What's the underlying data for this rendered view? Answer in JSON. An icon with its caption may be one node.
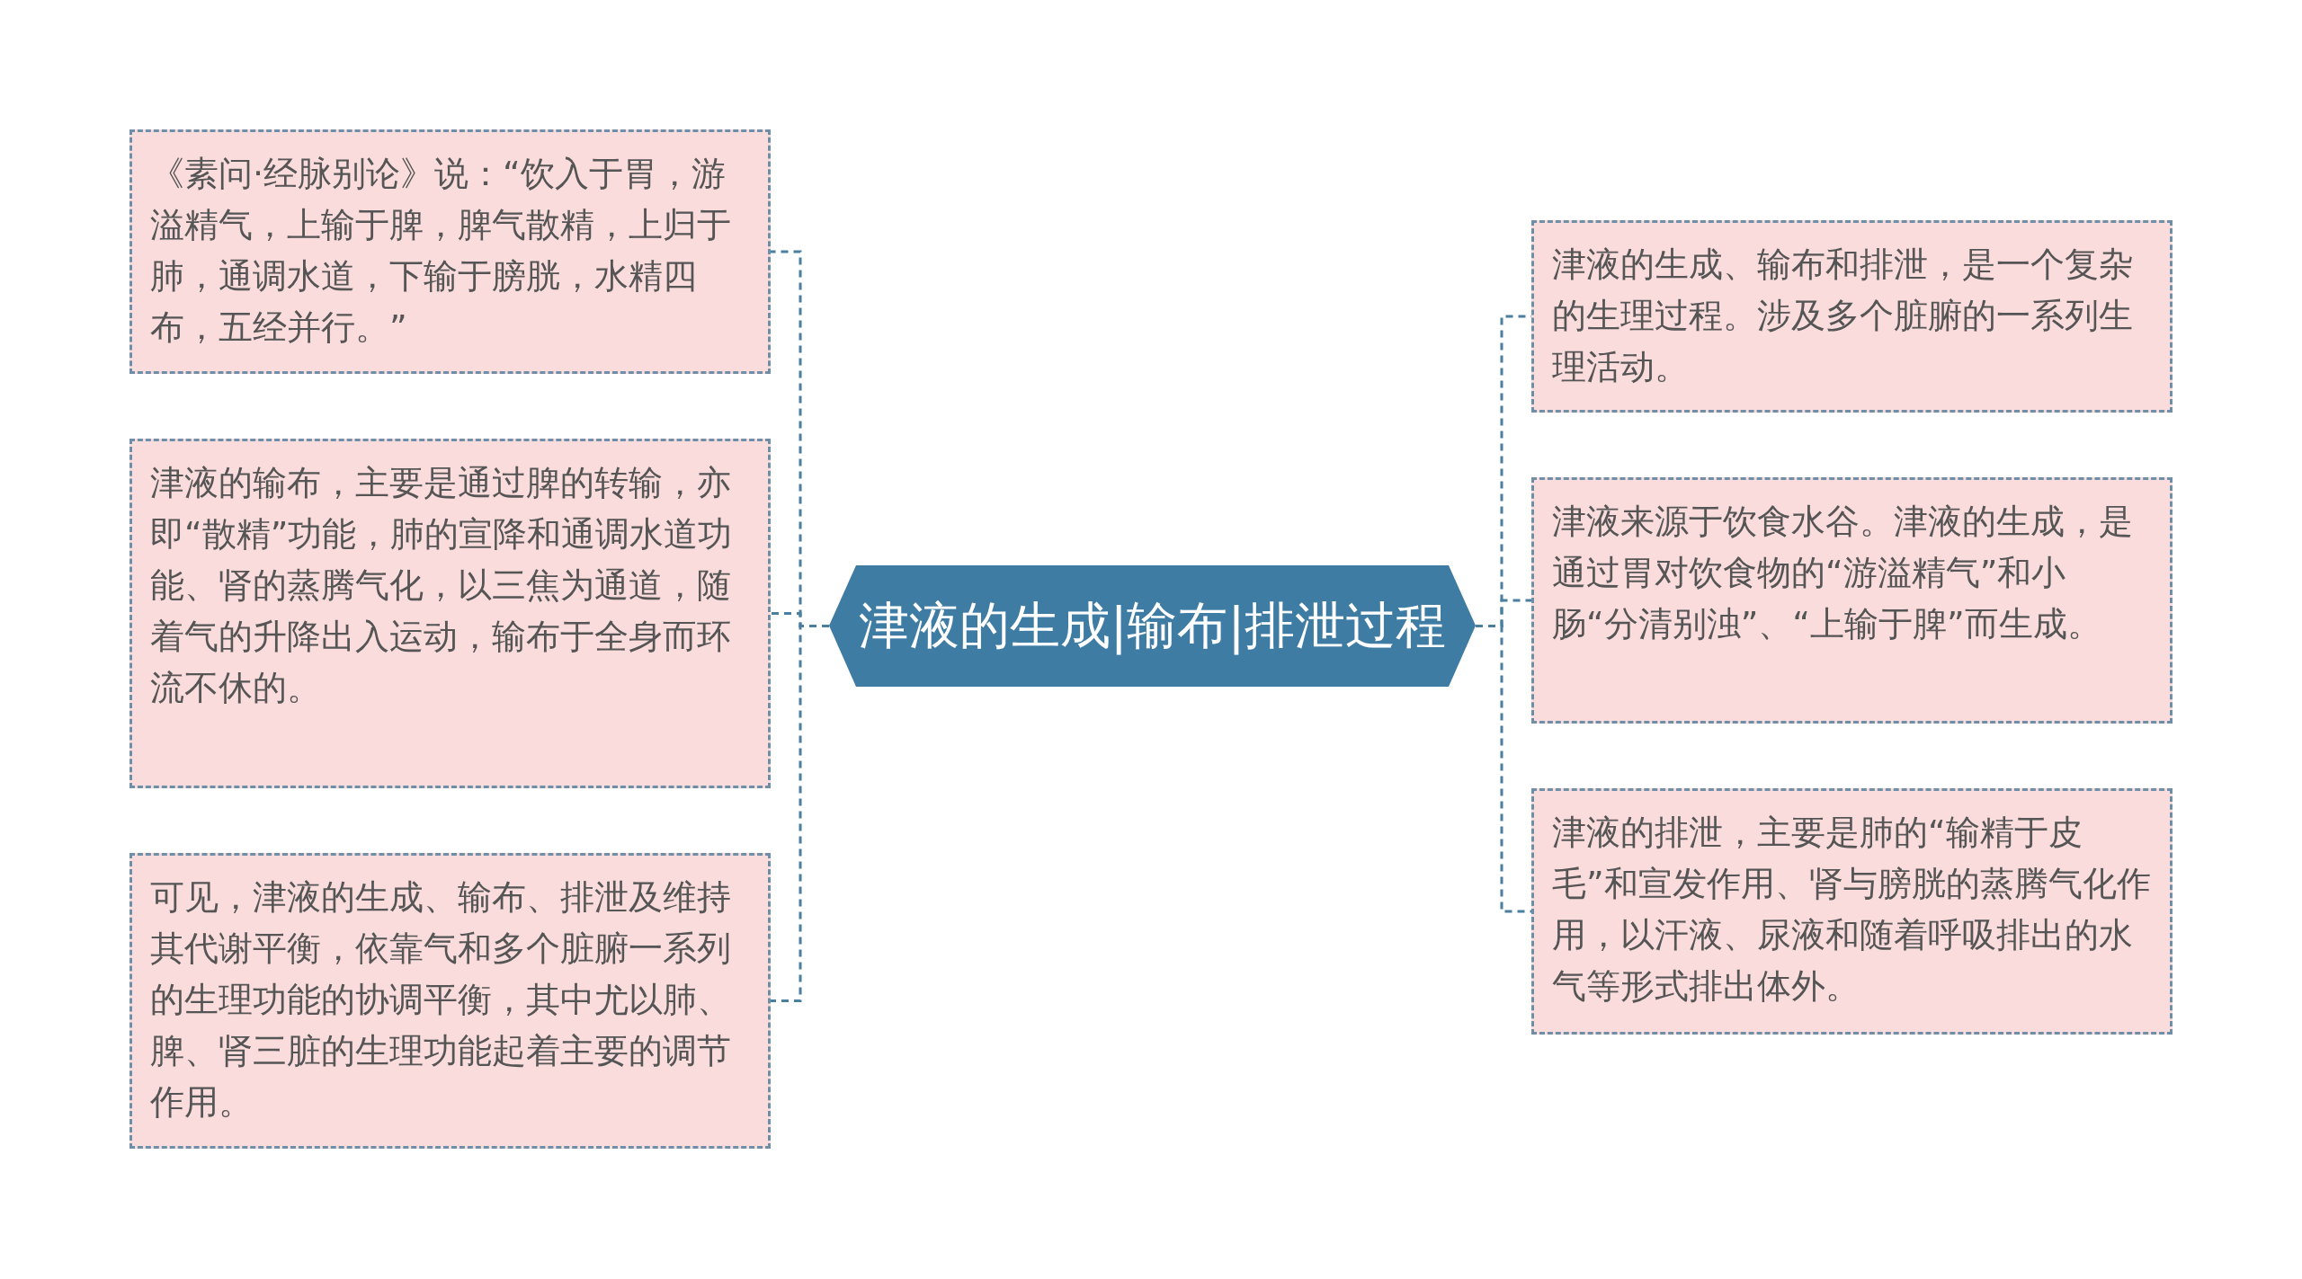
{
  "diagram": {
    "nodes": [
      {
        "text": [
          "津液的生成|输布|排泄过程"
        ]
      },
      {
        "text": [
          "《素问·经脉别论》说：“饮入于胃，游溢精气，上输于脾，脾气散精，上归于肺，通调水道，下输于膀胱，水精四布，五经并行。”"
        ]
      },
      {
        "text": [
          "津液的输布，主要是通过脾的转输，亦即“散精”功能，肺的宣降和通调水道功能、肾的蒸腾气化，以三焦为通道，随着气的升降出入运动，输布于全身而环流不休的。"
        ]
      },
      {
        "text": [
          "可见，津液的生成、输布、排泄及维持其代谢平衡，依靠气和多个脏腑一系列的生理功能的协调平衡，其中尤以肺、脾、肾三脏的生理功能起着主要的调节作用。"
        ]
      },
      {
        "text": [
          "津液的生成、输布和排泄，是一个复杂的生理过程。涉及多个脏腑的一系列生理活动。"
        ]
      },
      {
        "text": [
          "津液来源于饮食水谷。津液的生成，是通过胃对饮食物的“游溢精气”和小肠“分清别浊”、“上输于脾”而生成。"
        ]
      },
      {
        "text": [
          "津液的排泄，主要是肺的“输精于皮毛”和宣发作用、肾与膀胱的蒸腾气化作用，以汗液、尿液和随着呼吸排出的水气等形式排出体外。"
        ]
      }
    ],
    "edges": [
      {
        "from": 0,
        "to": 1,
        "arrow": "none",
        "style": "dashed"
      },
      {
        "from": 0,
        "to": 2,
        "arrow": "none",
        "style": "dashed"
      },
      {
        "from": 0,
        "to": 3,
        "arrow": "none",
        "style": "dashed"
      },
      {
        "from": 0,
        "to": 4,
        "arrow": "none",
        "style": "dashed"
      },
      {
        "from": 0,
        "to": 5,
        "arrow": "none",
        "style": "dashed"
      },
      {
        "from": 0,
        "to": 6,
        "arrow": "none",
        "style": "dashed"
      }
    ]
  }
}
